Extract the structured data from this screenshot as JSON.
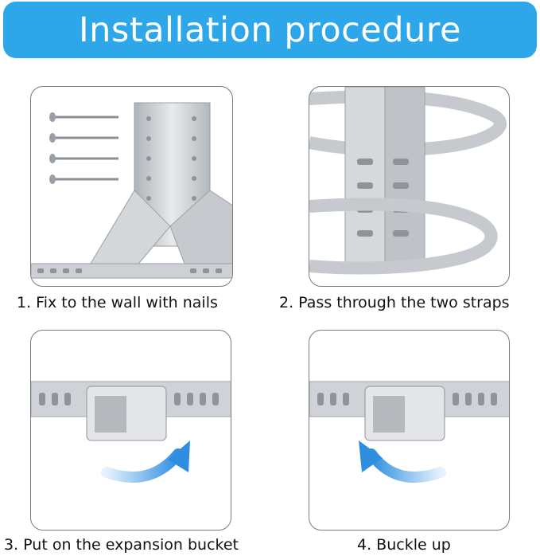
{
  "title": "Installation procedure",
  "steps": [
    {
      "caption": "1.  Fix to the wall with nails",
      "icon": "bracket-with-nails"
    },
    {
      "caption": "2.  Pass through the two straps",
      "icon": "bracket-with-straps"
    },
    {
      "caption": "3. Put on the expansion bucket",
      "icon": "buckle-arrow-right"
    },
    {
      "caption": "4.  Buckle up",
      "icon": "buckle-arrow-left"
    }
  ],
  "colors": {
    "banner": "#2ea6ea",
    "banner_text": "#ffffff",
    "panel_border": "#7a7a7a",
    "metal": "#c9ccd0",
    "arrow": "#2f8ee0"
  }
}
